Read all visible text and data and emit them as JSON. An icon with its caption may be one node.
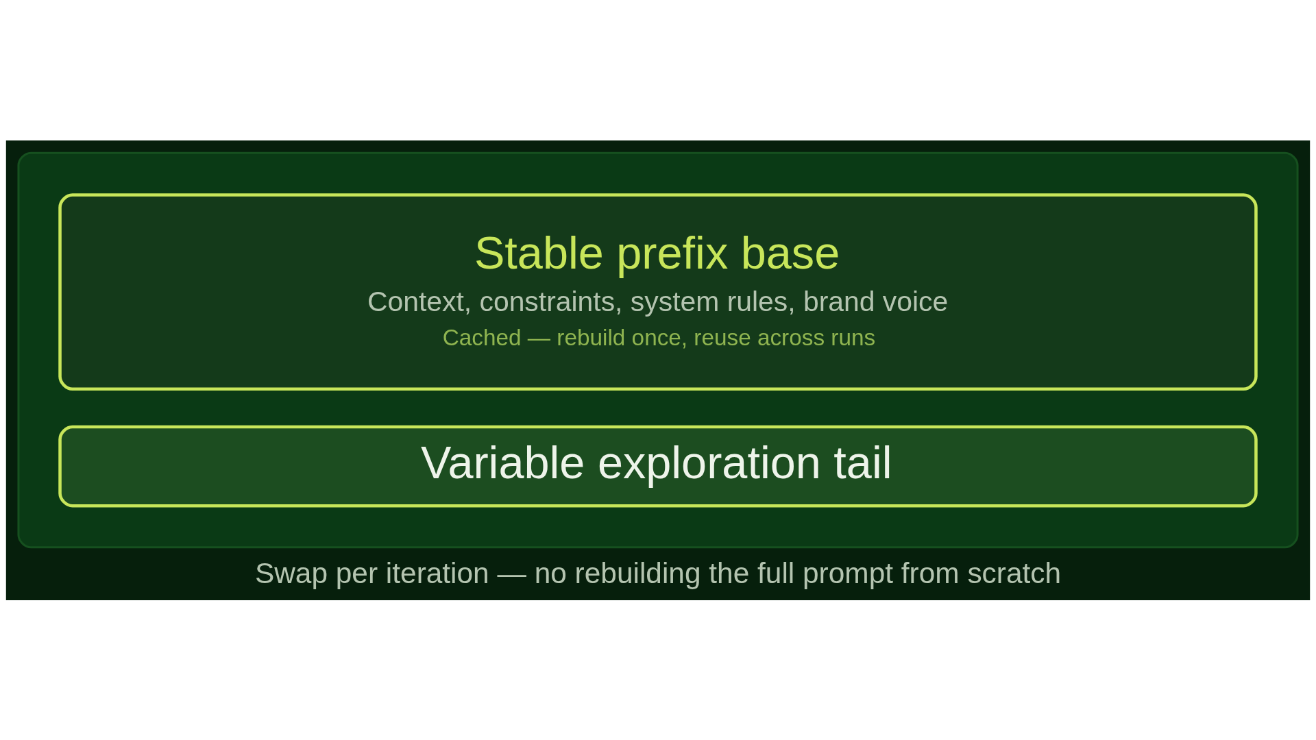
{
  "diagram": {
    "nodes": [
      {
        "text": [],
        "shape": "box"
      },
      {
        "text": [
          "Stable prefix base",
          "Context, constraints, system rules, brand voice",
          "Cached — rebuild once, reuse across runs"
        ],
        "in": 0
      },
      {
        "text": [
          "Variable exploration tail"
        ],
        "in": 0
      }
    ],
    "caption": "Swap per iteration — no rebuilding the full prompt from scratch"
  }
}
